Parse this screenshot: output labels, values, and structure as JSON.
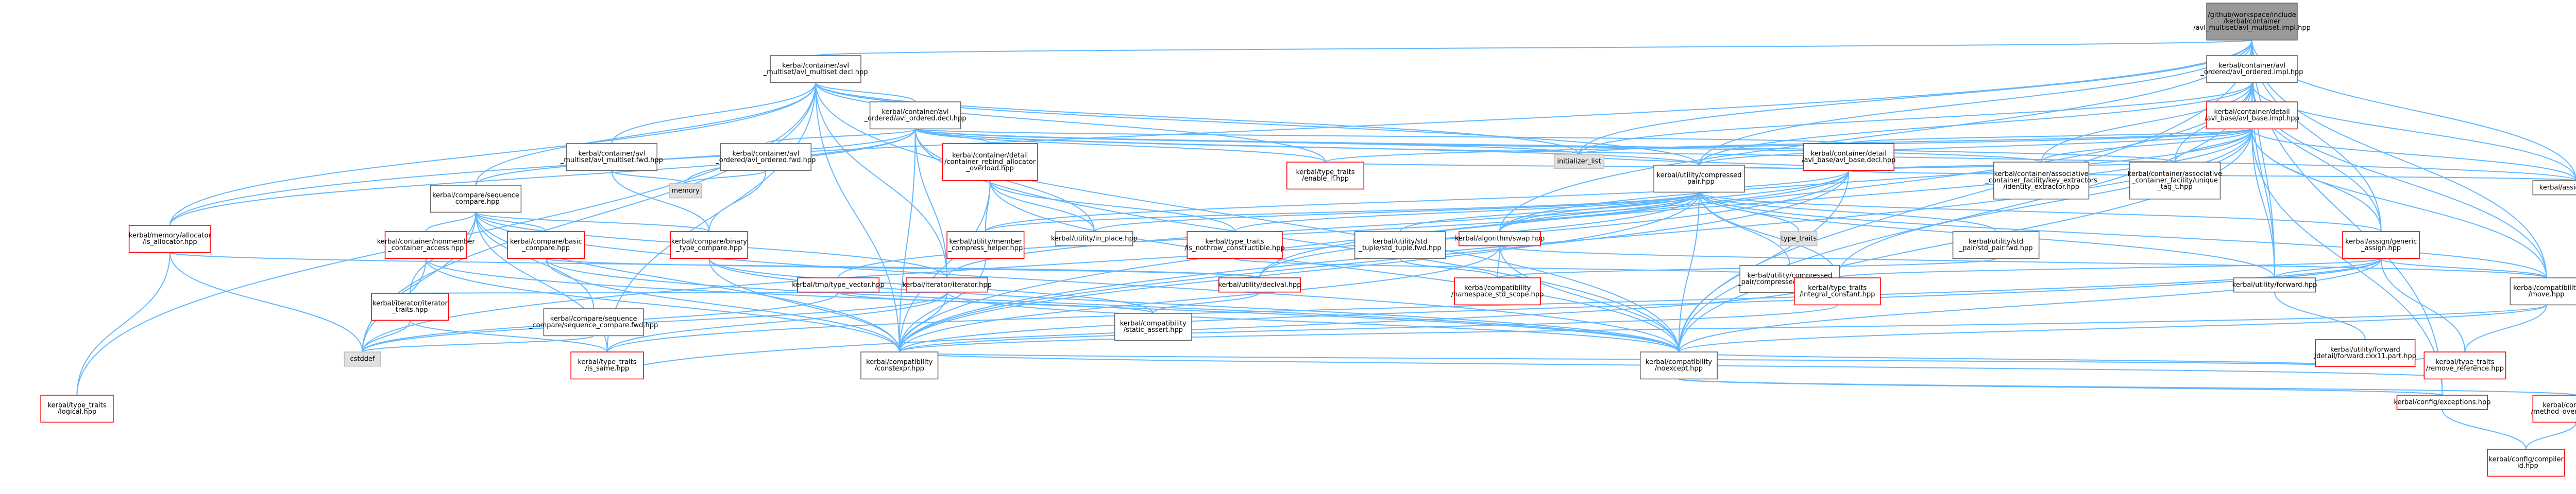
{
  "colors": {
    "edge": "#63b8ff",
    "root_fill": "#999999",
    "node_fill": "#ffffff",
    "node_border_black": "#666666",
    "node_border_red": "#ff0000",
    "node_border_gray": "#bfbfbf",
    "sys_fill": "#e0e0e0"
  },
  "nodes": [
    {
      "id": "root",
      "lines": [
        "/github/workspace/include",
        "/kerbal/container",
        "/avl_multiset/avl_multiset.impl.hpp"
      ],
      "kind": "root"
    },
    {
      "id": "amdecl",
      "lines": [
        "kerbal/container/avl",
        "_multiset/avl_multiset.decl.hpp"
      ],
      "kind": "black"
    },
    {
      "id": "aoimpl",
      "lines": [
        "kerbal/container/avl",
        "_ordered/avl_ordered.impl.hpp"
      ],
      "kind": "black"
    },
    {
      "id": "aodecl",
      "lines": [
        "kerbal/container/avl",
        "_ordered/avl_ordered.decl.hpp"
      ],
      "kind": "black"
    },
    {
      "id": "abimpl",
      "lines": [
        "kerbal/container/detail",
        "/avl_base/avl_base.impl.hpp"
      ],
      "kind": "red"
    },
    {
      "id": "abdecl",
      "lines": [
        "kerbal/container/detail",
        "/avl_base/avl_base.decl.hpp"
      ],
      "kind": "red"
    },
    {
      "id": "amfwd",
      "lines": [
        "kerbal/container/avl",
        "_multiset/avl_multiset.fwd.hpp"
      ],
      "kind": "black"
    },
    {
      "id": "aofwd",
      "lines": [
        "kerbal/container/avl",
        "_ordered/avl_ordered.fwd.hpp"
      ],
      "kind": "black"
    },
    {
      "id": "memory",
      "lines": [
        "memory"
      ],
      "kind": "sys"
    },
    {
      "id": "initlist",
      "lines": [
        "initializer_list"
      ],
      "kind": "sys"
    },
    {
      "id": "rebind",
      "lines": [
        "kerbal/container/detail",
        "/container_rebind_allocator",
        "_overload.hpp"
      ],
      "kind": "red"
    },
    {
      "id": "enabletype",
      "lines": [
        "kerbal/type_traits",
        "/enable_if.hpp"
      ],
      "kind": "red"
    },
    {
      "id": "compressedpair",
      "lines": [
        "kerbal/utility/compressed",
        "_pair.hpp"
      ],
      "kind": "black"
    },
    {
      "id": "keyextract",
      "lines": [
        "kerbal/container/associative",
        "_container_facility/key_extractors",
        "/identity_extractor.hpp"
      ],
      "kind": "black"
    },
    {
      "id": "uniquetag",
      "lines": [
        "kerbal/container/associative",
        "_container_facility/unique",
        "_tag_t.hpp"
      ],
      "kind": "black"
    },
    {
      "id": "assignlist",
      "lines": [
        "kerbal/assign/ilist.hpp"
      ],
      "kind": "black"
    },
    {
      "id": "seqcompare",
      "lines": [
        "kerbal/compare/sequence",
        "_compare.hpp"
      ],
      "kind": "black"
    },
    {
      "id": "isallocator",
      "lines": [
        "kerbal/memory/allocator",
        "/is_allocator.hpp"
      ],
      "kind": "red"
    },
    {
      "id": "memcompare",
      "lines": [
        "kerbal/container/nonmember",
        "_container_access.hpp"
      ],
      "kind": "red"
    },
    {
      "id": "basiccompare",
      "lines": [
        "kerbal/compare/basic",
        "_compare.hpp"
      ],
      "kind": "red"
    },
    {
      "id": "bintype",
      "lines": [
        "kerbal/compare/binary",
        "_type_compare.hpp"
      ],
      "kind": "red"
    },
    {
      "id": "memcomp",
      "lines": [
        "kerbal/utility/member",
        "_compress_helper.hpp"
      ],
      "kind": "red"
    },
    {
      "id": "inplace",
      "lines": [
        "kerbal/utility/in_place.hpp"
      ],
      "kind": "black"
    },
    {
      "id": "nothrowcons",
      "lines": [
        "kerbal/type_traits",
        "/is_nothrow_constructible.hpp"
      ],
      "kind": "red"
    },
    {
      "id": "iterswap",
      "lines": [
        "kerbal/algorithm/swap.hpp"
      ],
      "kind": "red"
    },
    {
      "id": "typetraits",
      "lines": [
        "type_traits"
      ],
      "kind": "sys"
    },
    {
      "id": "tuplefwd",
      "lines": [
        "kerbal/utility/std",
        "_tuple/std_tuple.fwd.hpp"
      ],
      "kind": "black"
    },
    {
      "id": "cpairfwd",
      "lines": [
        "kerbal/utility/compressed",
        "_pair/compressed_pair.fwd.hpp"
      ],
      "kind": "black"
    },
    {
      "id": "stdpairfwd",
      "lines": [
        "kerbal/utility/std",
        "_pair/std_pair.fwd.hpp"
      ],
      "kind": "black"
    },
    {
      "id": "genericassign",
      "lines": [
        "kerbal/assign/generic",
        "_assign.hpp"
      ],
      "kind": "red"
    },
    {
      "id": "tmptype",
      "lines": [
        "kerbal/tmp/type_vector.hpp"
      ],
      "kind": "red"
    },
    {
      "id": "iterator",
      "lines": [
        "kerbal/iterator/iterator.hpp"
      ],
      "kind": "red"
    },
    {
      "id": "declval",
      "lines": [
        "kerbal/utility/declval.hpp"
      ],
      "kind": "red"
    },
    {
      "id": "nsstd",
      "lines": [
        "kerbal/compatibility",
        "/namespace_std_scope.hpp"
      ],
      "kind": "red"
    },
    {
      "id": "integralconst",
      "lines": [
        "kerbal/type_traits",
        "/integral_constant.hpp"
      ],
      "kind": "red"
    },
    {
      "id": "utilforward",
      "lines": [
        "kerbal/utility/forward.hpp"
      ],
      "kind": "black"
    },
    {
      "id": "compatmove",
      "lines": [
        "kerbal/compatibility",
        "/move.hpp"
      ],
      "kind": "black"
    },
    {
      "id": "itertraits",
      "lines": [
        "kerbal/iterator/iterator",
        "_traits.hpp"
      ],
      "kind": "red"
    },
    {
      "id": "seqcomparefwd",
      "lines": [
        "kerbal/compare/sequence",
        "_compare/sequence_compare.fwd.hpp"
      ],
      "kind": "black"
    },
    {
      "id": "staticassert",
      "lines": [
        "kerbal/compatibility",
        "/static_assert.hpp"
      ],
      "kind": "black"
    },
    {
      "id": "forwardcxx11",
      "lines": [
        "kerbal/utility/forward",
        "/detail/forward.cxx11.part.hpp"
      ],
      "kind": "red"
    },
    {
      "id": "cstddef",
      "lines": [
        "cstddef"
      ],
      "kind": "sys"
    },
    {
      "id": "issame",
      "lines": [
        "kerbal/type_traits",
        "/is_same.hpp"
      ],
      "kind": "red"
    },
    {
      "id": "constexpr",
      "lines": [
        "kerbal/compatibility",
        "/constexpr.hpp"
      ],
      "kind": "black"
    },
    {
      "id": "noexcept",
      "lines": [
        "kerbal/compatibility",
        "/noexcept.hpp"
      ],
      "kind": "black"
    },
    {
      "id": "removeref",
      "lines": [
        "kerbal/type_traits",
        "/remove_reference.hpp"
      ],
      "kind": "red"
    },
    {
      "id": "logical",
      "lines": [
        "kerbal/type_traits",
        "/logical.hpp"
      ],
      "kind": "red"
    },
    {
      "id": "exceptions",
      "lines": [
        "kerbal/config/exceptions.hpp"
      ],
      "kind": "red"
    },
    {
      "id": "methodoverload",
      "lines": [
        "kerbal/compatibility",
        "/method_overload_tag.hpp"
      ],
      "kind": "red"
    },
    {
      "id": "compilerid",
      "lines": [
        "kerbal/config/compiler",
        "_id.hpp"
      ],
      "kind": "red"
    }
  ]
}
